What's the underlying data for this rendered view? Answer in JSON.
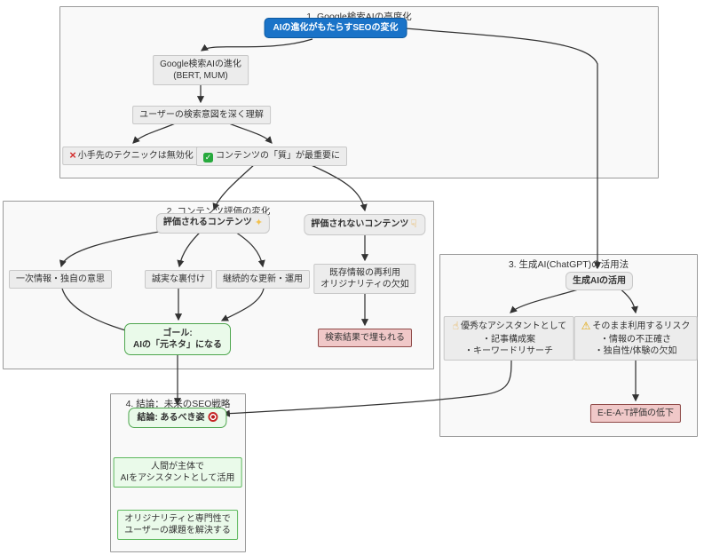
{
  "diagram": {
    "subgraphs": {
      "s1": {
        "title": "1. Google検索AIの高度化"
      },
      "s2": {
        "title": "2. コンテンツ評価の変化"
      },
      "s3": {
        "title": "3. 生成AI(ChatGPT)の活用法"
      },
      "s4": {
        "title": "4. 結論：未来のSEO戦略"
      }
    },
    "nodes": {
      "root": {
        "label": "AIの進化がもたらすSEOの変化"
      },
      "evolution": {
        "line1": "Google検索AIの進化",
        "line2": "(BERT, MUM)"
      },
      "intent": {
        "label": "ユーザーの検索意図を深く理解"
      },
      "tricks": {
        "label": "小手先のテクニックは無効化"
      },
      "quality": {
        "label": "コンテンツの「質」が最重要に"
      },
      "eval_good": {
        "label": "評価されるコンテンツ"
      },
      "eval_bad": {
        "label": "評価されないコンテンツ"
      },
      "primary": {
        "label": "一次情報・独自の意思"
      },
      "honest": {
        "label": "誠実な裏付け"
      },
      "continuous": {
        "label": "継続的な更新・運用"
      },
      "existing": {
        "line1": "既存情報の再利用",
        "line2": "オリジナリティの欠如"
      },
      "goal": {
        "line1": "ゴール:",
        "line2": "AIの「元ネタ」になる"
      },
      "buried": {
        "label": "検索結果で埋もれる"
      },
      "genai": {
        "label": "生成AIの活用"
      },
      "assistant": {
        "line1": "優秀なアシスタントとして",
        "line2": "・記事構成案",
        "line3": "・キーワードリサーチ"
      },
      "risk": {
        "line1": "そのまま利用するリスク",
        "line2": "・情報の不正確さ",
        "line3": "・独自性/体験の欠如"
      },
      "eeat": {
        "label": "E-E-A-T評価の低下"
      },
      "conclusion": {
        "label": "結論: あるべき姿"
      },
      "human": {
        "line1": "人間が主体で",
        "line2": "AIをアシスタントとして活用"
      },
      "solve": {
        "line1": "オリジナリティと専門性で",
        "line2": "ユーザーの課題を解決する"
      }
    },
    "icons": {
      "cross": "×",
      "check": "✓",
      "sparkles": "✦",
      "thumbs_down": "☟",
      "thumbs_up": "☝",
      "warning": "⚠"
    },
    "colors": {
      "root_fill": "#1a73c8",
      "root_border": "#0e5aa0",
      "node_fill": "#ececec",
      "node_border": "#c8c8c8",
      "green_fill": "#eafaea",
      "green_border": "#4ea64e",
      "red_fill": "#f0c8c8",
      "red_border": "#8f4a48",
      "edge": "#333333"
    }
  }
}
